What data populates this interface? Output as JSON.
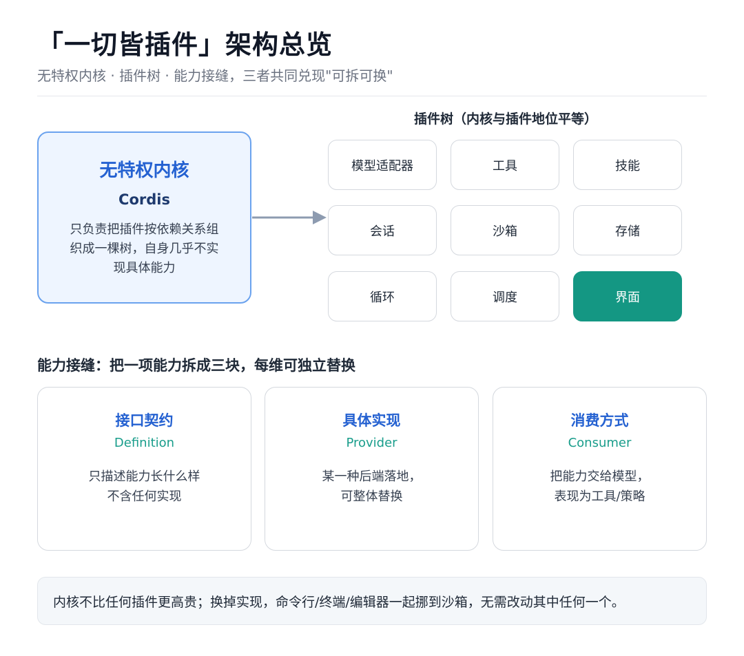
{
  "header": {
    "title": "「一切皆插件」架构总览",
    "subtitle": "无特权内核 · 插件树 · 能力接缝，三者共同兑现\"可拆可换\""
  },
  "kernel": {
    "title": "无特权内核",
    "name": "Cordis",
    "desc": "只负责把插件按依赖关系组织成一棵树，自身几乎不实现具体能力"
  },
  "plugin_tree": {
    "title": "插件树（内核与插件地位平等）",
    "items": [
      "模型适配器",
      "工具",
      "技能",
      "会话",
      "沙箱",
      "存储",
      "循环",
      "调度",
      "界面"
    ],
    "highlighted": "界面",
    "highlight_color": "#149783"
  },
  "seams": {
    "title": "能力接缝：把一项能力拆成三块，每维可独立替换",
    "items": [
      {
        "name": "接口契约",
        "en": "Definition",
        "desc": "只描述能力长什么样\n不含任何实现"
      },
      {
        "name": "具体实现",
        "en": "Provider",
        "desc": "某一种后端落地，\n可整体替换"
      },
      {
        "name": "消费方式",
        "en": "Consumer",
        "desc": "把能力交给模型，\n表现为工具/策略"
      }
    ]
  },
  "note": {
    "text": "内核不比任何插件更高贵；换掉实现，命令行/终端/编辑器一起挪到沙箱，无需改动其中任何一个。"
  },
  "colors": {
    "accent_blue": "#2461d1",
    "accent_teal": "#199d8b",
    "kernel_border": "#6aa2ee",
    "kernel_bg": "#eef5ff"
  }
}
